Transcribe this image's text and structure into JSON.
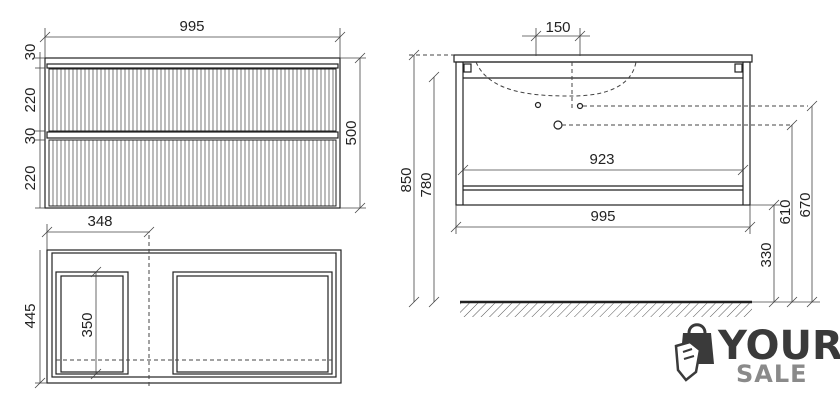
{
  "front_view": {
    "width": "995",
    "top_panel": "30",
    "drawer_upper": "220",
    "middle_panel": "30",
    "drawer_lower": "220",
    "total_height": "500"
  },
  "top_view": {
    "left_part": "348",
    "depth": "445",
    "inner_depth": "350"
  },
  "side_view": {
    "basin_offset": "150",
    "inner_width": "923",
    "outer_width": "995",
    "total_height": "850",
    "body_height": "780",
    "height_670": "670",
    "height_610": "610",
    "height_330": "330"
  },
  "logo": {
    "line1": "YOUR",
    "line2": "SALE",
    "icon": "shopping-bag-hand-icon"
  }
}
